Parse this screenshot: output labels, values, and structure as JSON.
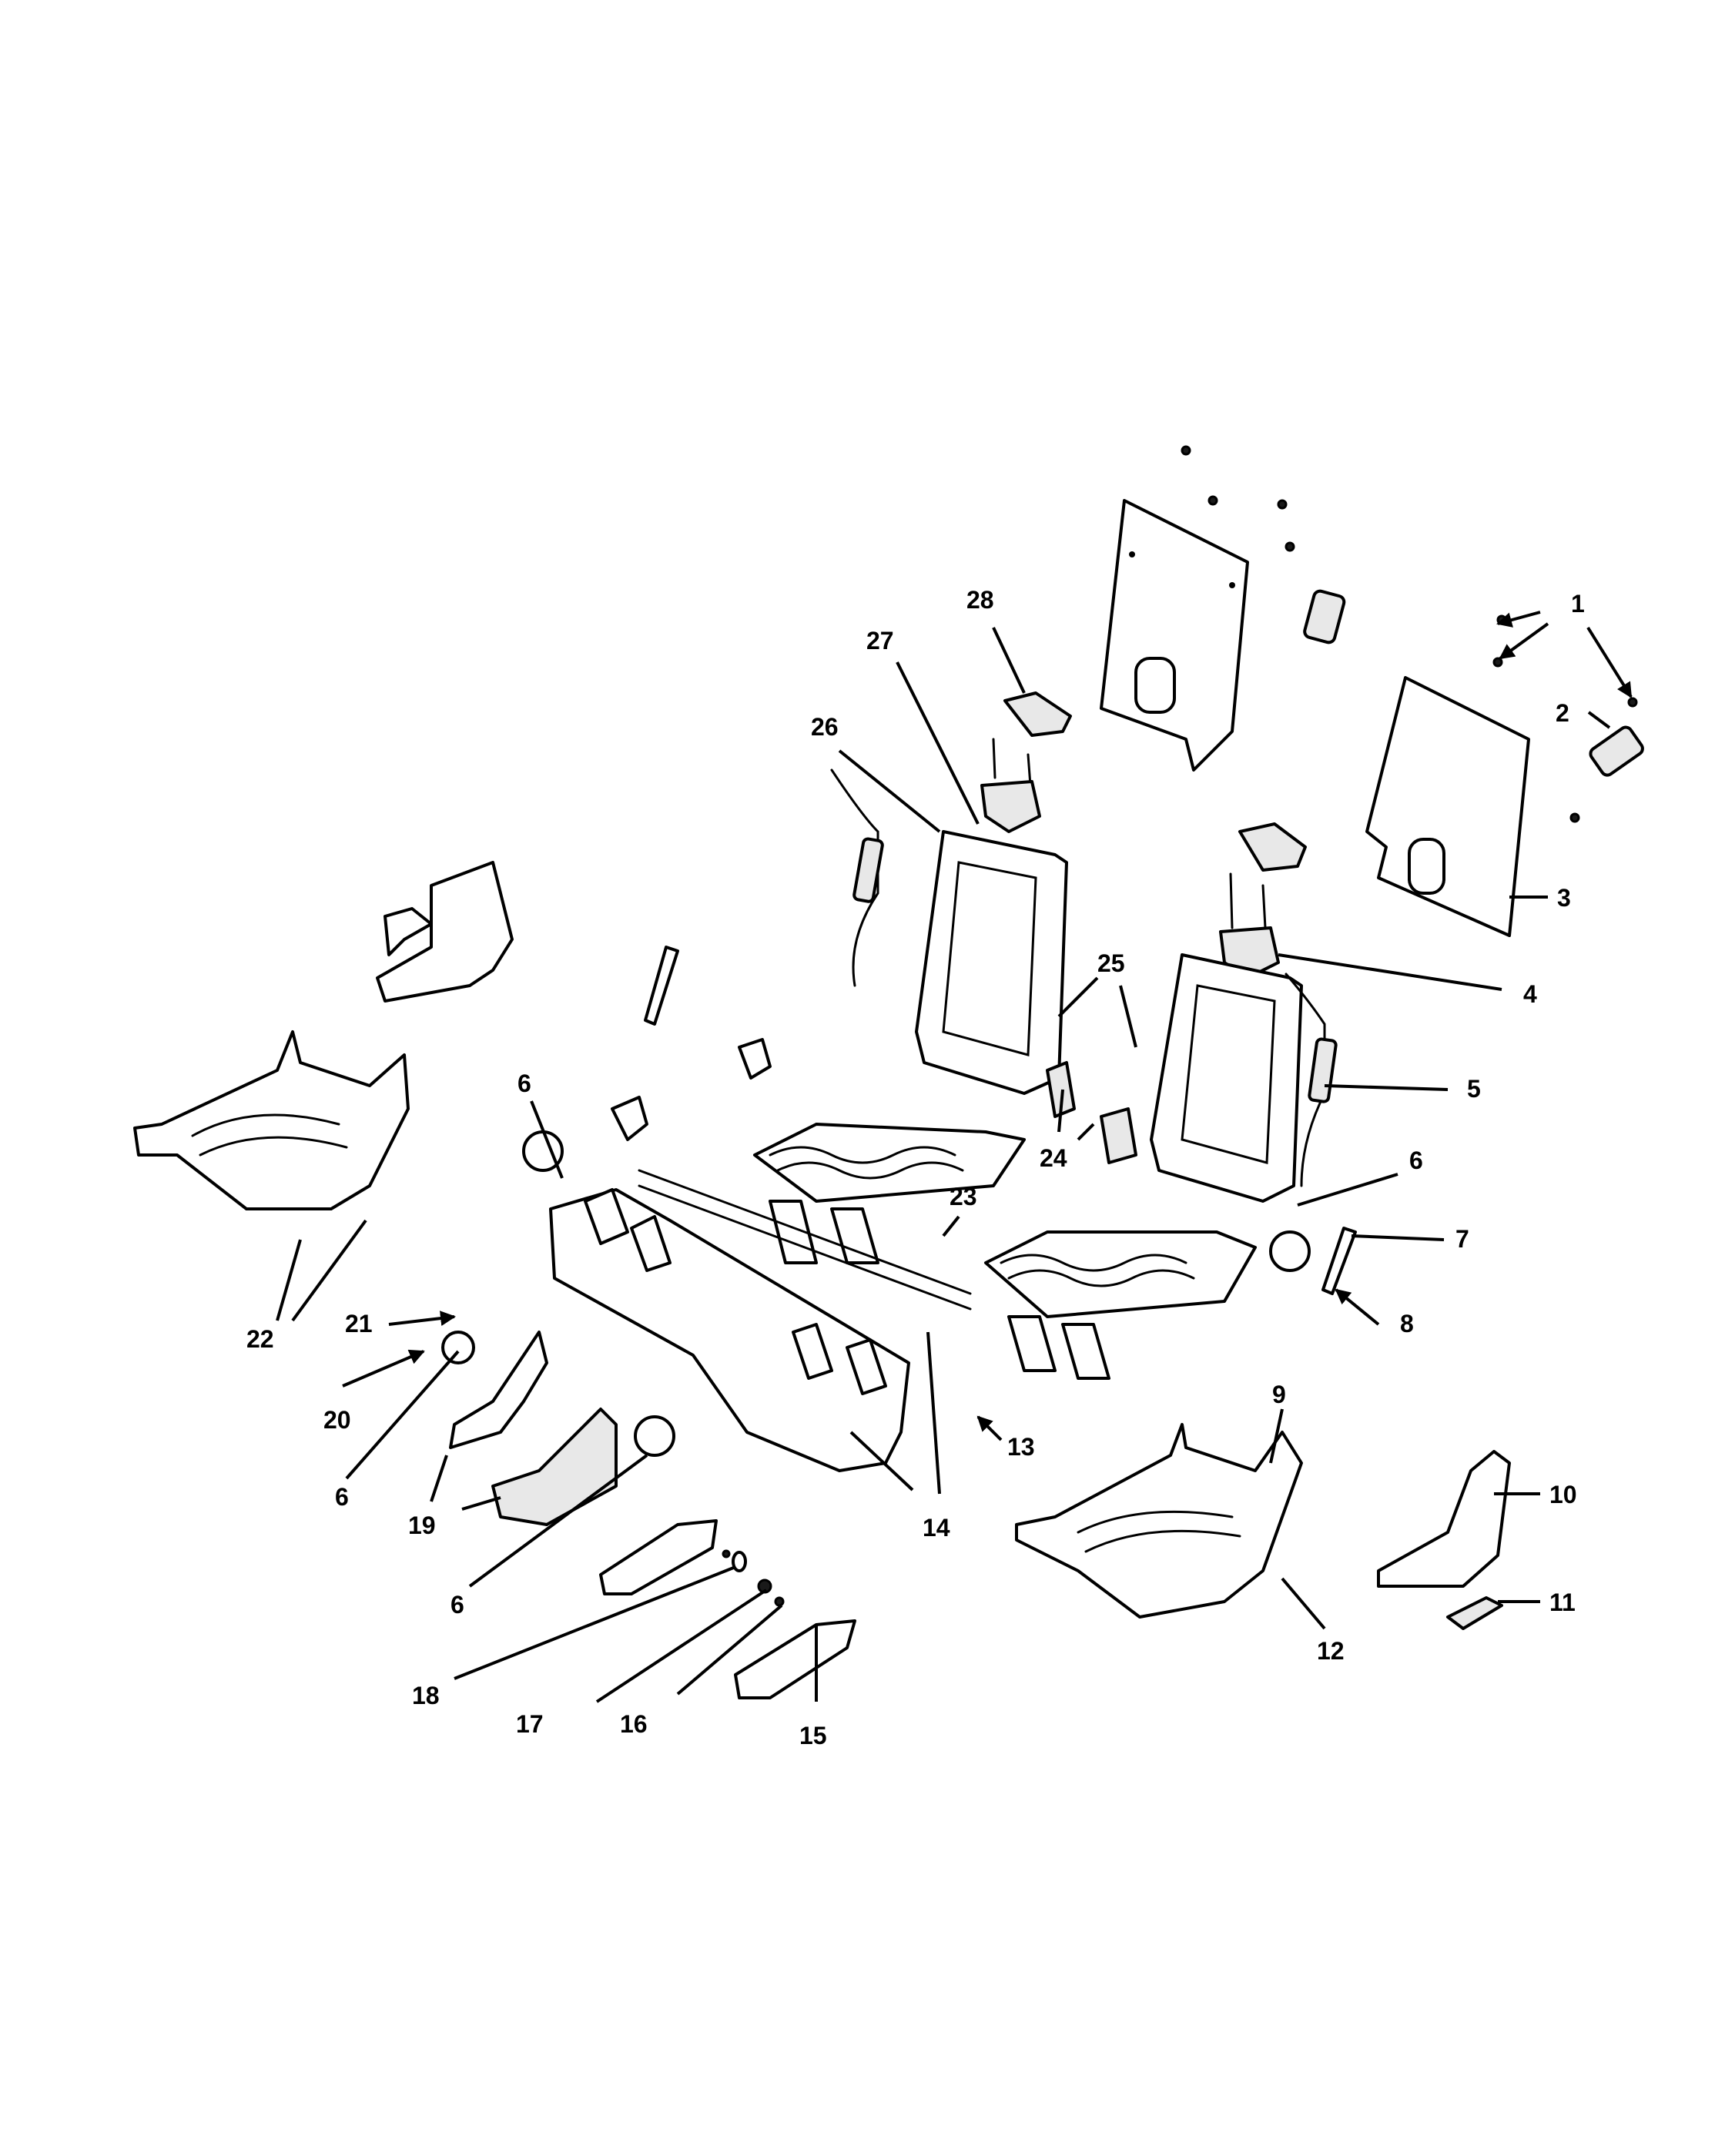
{
  "callouts": [
    {
      "number": "1"
    },
    {
      "number": "2"
    },
    {
      "number": "3"
    },
    {
      "number": "4"
    },
    {
      "number": "5"
    },
    {
      "number": "6"
    },
    {
      "number": "6"
    },
    {
      "number": "6"
    },
    {
      "number": "6"
    },
    {
      "number": "7"
    },
    {
      "number": "8"
    },
    {
      "number": "9"
    },
    {
      "number": "10"
    },
    {
      "number": "11"
    },
    {
      "number": "12"
    },
    {
      "number": "13"
    },
    {
      "number": "14"
    },
    {
      "number": "15"
    },
    {
      "number": "16"
    },
    {
      "number": "17"
    },
    {
      "number": "18"
    },
    {
      "number": "19"
    },
    {
      "number": "20"
    },
    {
      "number": "21"
    },
    {
      "number": "22"
    },
    {
      "number": "23"
    },
    {
      "number": "24"
    },
    {
      "number": "25"
    },
    {
      "number": "26"
    },
    {
      "number": "27"
    },
    {
      "number": "28"
    }
  ]
}
